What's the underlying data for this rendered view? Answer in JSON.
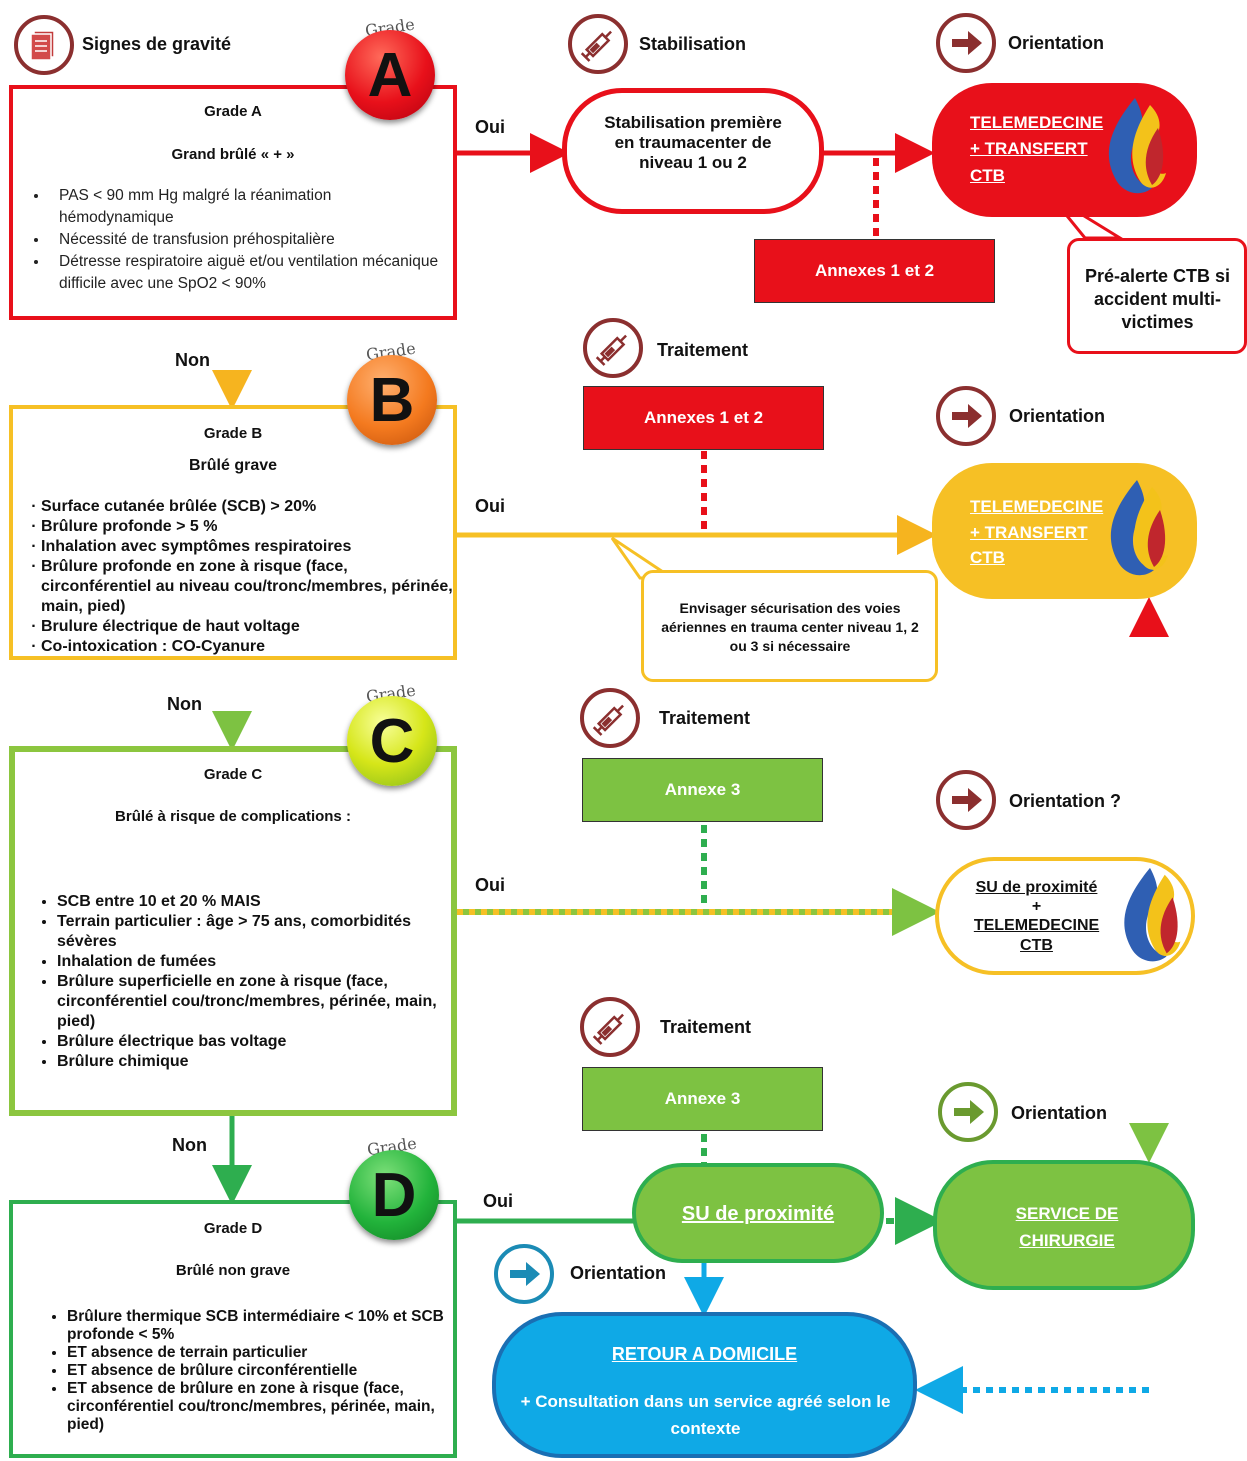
{
  "headers": {
    "signs": "Signes de gravité",
    "stabilisation": "Stabilisation",
    "orientation": "Orientation",
    "traitement": "Traitement",
    "orientation_q": "Orientation ?"
  },
  "grade_word": "Grade",
  "decision": {
    "yes": "Oui",
    "no": "Non"
  },
  "grades": [
    {
      "letter": "A",
      "title": "Grade A",
      "subtitle": "Grand brûlé « + »",
      "criteria": [
        "PAS < 90 mm Hg malgré la réanimation hémodynamique",
        "Nécessité de transfusion préhospitalière",
        "Détresse respiratoire aiguë et/ou ventilation mécanique difficile avec une SpO2 < 90%"
      ]
    },
    {
      "letter": "B",
      "title": "Grade B",
      "subtitle": "Brûlé grave",
      "criteria": [
        "Surface cutanée brûlée (SCB)  > 20%",
        "Brûlure profonde > 5 %",
        "Inhalation avec symptômes respiratoires",
        "Brûlure profonde en zone à risque (face, circonférentiel au niveau cou/tronc/membres, périnée, main, pied)",
        "Brulure électrique de haut voltage",
        "Co-intoxication : CO-Cyanure"
      ]
    },
    {
      "letter": "C",
      "title": "Grade C",
      "subtitle": "Brûlé à risque de complications :",
      "criteria": [
        "SCB entre 10 et 20 % MAIS",
        "Terrain particulier : âge > 75 ans, comorbidités sévères",
        "Inhalation de fumées",
        "Brûlure superficielle en zone à risque (face, circonférentiel cou/tronc/membres, périnée, main, pied)",
        "Brûlure électrique bas voltage",
        "Brûlure chimique"
      ]
    },
    {
      "letter": "D",
      "title": "Grade D",
      "subtitle": "Brûlé non grave",
      "criteria": [
        "Brûlure thermique SCB intermédiaire < 10% et SCB profonde < 5%",
        "ET absence de terrain particulier",
        "ET absence de brûlure circonférentielle",
        "ET absence de brûlure en zone à risque (face, circonférentiel cou/tronc/membres, périnée, main, pied)"
      ]
    }
  ],
  "stabilisation_pill": {
    "text": "Stabilisation première en traumacenter de niveau 1 ou 2"
  },
  "telemed_a": {
    "line1": "TELEMEDECINE",
    "line2": "+ TRANSFERT",
    "line3": "CTB"
  },
  "telemed_b": {
    "line1": "TELEMEDECINE",
    "line2": "+ TRANSFERT",
    "line3": "CTB"
  },
  "su_telemed": {
    "line1": "SU de proximité",
    "line2": "+",
    "line3": "TELEMEDECINE",
    "line4": "CTB"
  },
  "su_proximite": "SU de proximité",
  "service": {
    "line1": "SERVICE DE",
    "line2": "CHIRURGIE"
  },
  "retour": {
    "line1": "RETOUR A DOMICILE",
    "line2": "+ Consultation dans un service agréé selon le contexte"
  },
  "annexes": {
    "a12_top": "Annexes 1 et 2",
    "a12_mid": "Annexes 1 et 2",
    "a3_c": "Annexe 3",
    "a3_d": "Annexe 3"
  },
  "callouts": {
    "pre_alerte": "Pré-alerte CTB si accident multi-victimes",
    "voies_aeriennes": "Envisager sécurisation des voies aériennes en trauma center niveau 1, 2 ou 3 si nécessaire"
  },
  "colors": {
    "red": "#e8101a",
    "orange": "#f6c025",
    "green_dot": "#8cc63f",
    "green": "#2eae4f",
    "light_green": "#7dc242",
    "blue": "#0fa9e6",
    "icon_maroon": "#8b2f2f"
  },
  "icons": {
    "signs": "document-stack-icon",
    "treatment": "syringe-icon",
    "orientation": "arrow-right-icon",
    "flame": "flame-logo-icon"
  }
}
